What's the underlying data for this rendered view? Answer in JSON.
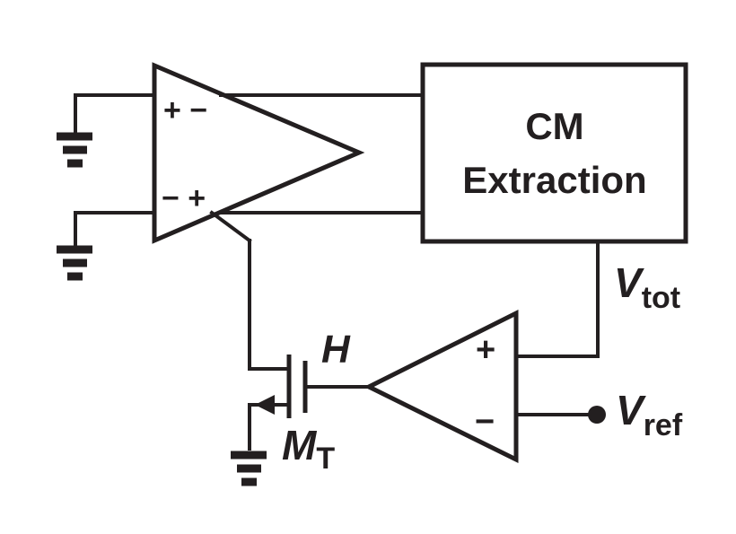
{
  "block": {
    "line1": "CM",
    "line2": "Extraction"
  },
  "main_amp": {
    "top_inputs": "+ −",
    "bottom_inputs": "− +"
  },
  "error_amp": {
    "plus": "+",
    "minus": "−"
  },
  "labels": {
    "vtot_main": "V",
    "vtot_sub": "tot",
    "vref_main": "V",
    "vref_sub": "ref",
    "gate": "H",
    "mt_main": "M",
    "mt_sub": "T"
  },
  "colors": {
    "ink": "#231f20",
    "background": "#ffffff"
  }
}
